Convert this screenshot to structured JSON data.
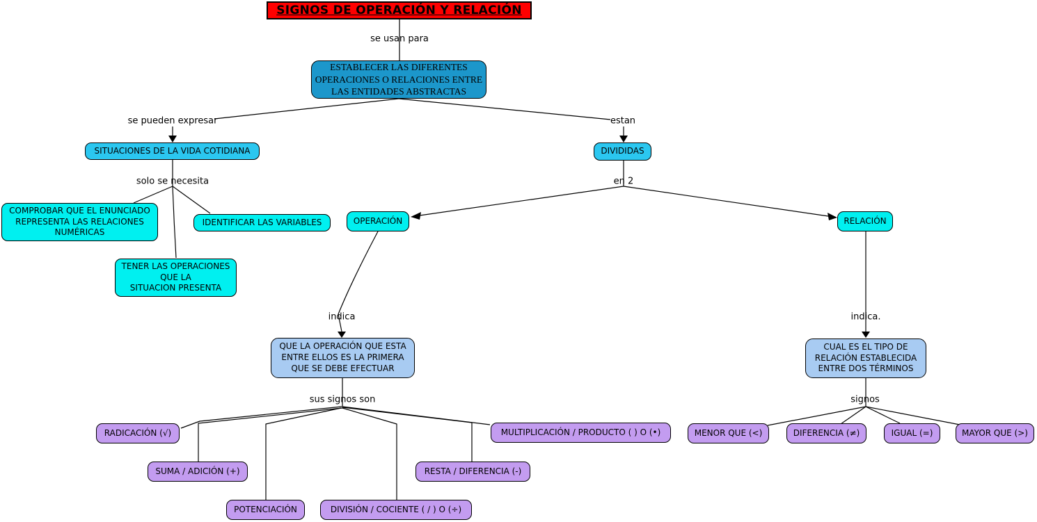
{
  "colors": {
    "titlebg": "#FF0000",
    "mainbg": "#1C97CB",
    "sky": "#2BC7F0",
    "aqua": "#00F0F0",
    "lblue": "#A8CBF2",
    "purple": "#C39CF0",
    "line": "#000000"
  },
  "nodes": {
    "title": "SIGNOS DE OPERACIÓN Y RELACIÓN",
    "establecer": "ESTABLECER LAS DIFERENTES\nOPERACIONES O RELACIONES ENTRE\nLAS ENTIDADES ABSTRACTAS",
    "situaciones": "SITUACIONES DE LA VIDA COTIDIANA",
    "divididas": "DIVIDIDAS",
    "comprobar": "COMPROBAR QUE EL ENUNCIADO\nREPRESENTA LAS RELACIONES\nNUMÉRICAS",
    "identificar": "IDENTIFICAR LAS VARIABLES",
    "tener": "TENER LAS OPERACIONES\nQUE LA\nSITUACION PRESENTA",
    "operacion": "OPERACIÓN",
    "relacion": "RELACIÓN",
    "que_la_operacion": "QUE LA OPERACIÓN QUE ESTA\nENTRE ELLOS ES LA PRIMERA\nQUE SE DEBE EFECTUAR",
    "cual_es_tipo": "CUAL ES EL TIPO DE\nRELACIÓN ESTABLECIDA\nENTRE DOS TÉRMINOS",
    "radicacion": "RADICACIÓN (√)",
    "suma": "SUMA / ADICIÓN (+)",
    "potenciacion": "POTENCIACIÓN",
    "division": "DIVISIÓN / COCIENTE ( / ) O (÷)",
    "resta": "RESTA / DIFERENCIA (-)",
    "multiplicacion": "MULTIPLICACIÓN / PRODUCTO ( ) O (•)",
    "menor_que": "MENOR QUE (<)",
    "diferencia": "DIFERENCIA (≠)",
    "igual": "IGUAL (=)",
    "mayor_que": "MAYOR QUE (>)"
  },
  "links": {
    "se_usan_para": "se usan para",
    "se_pueden_expresar": "se pueden expresar",
    "estan": "estan",
    "solo_se_necesita": "solo se necesita",
    "en_2": "en 2",
    "indica": "indica",
    "indica_rel": "indica.",
    "sus_signos_son": "sus signos son",
    "signos": "signos"
  }
}
